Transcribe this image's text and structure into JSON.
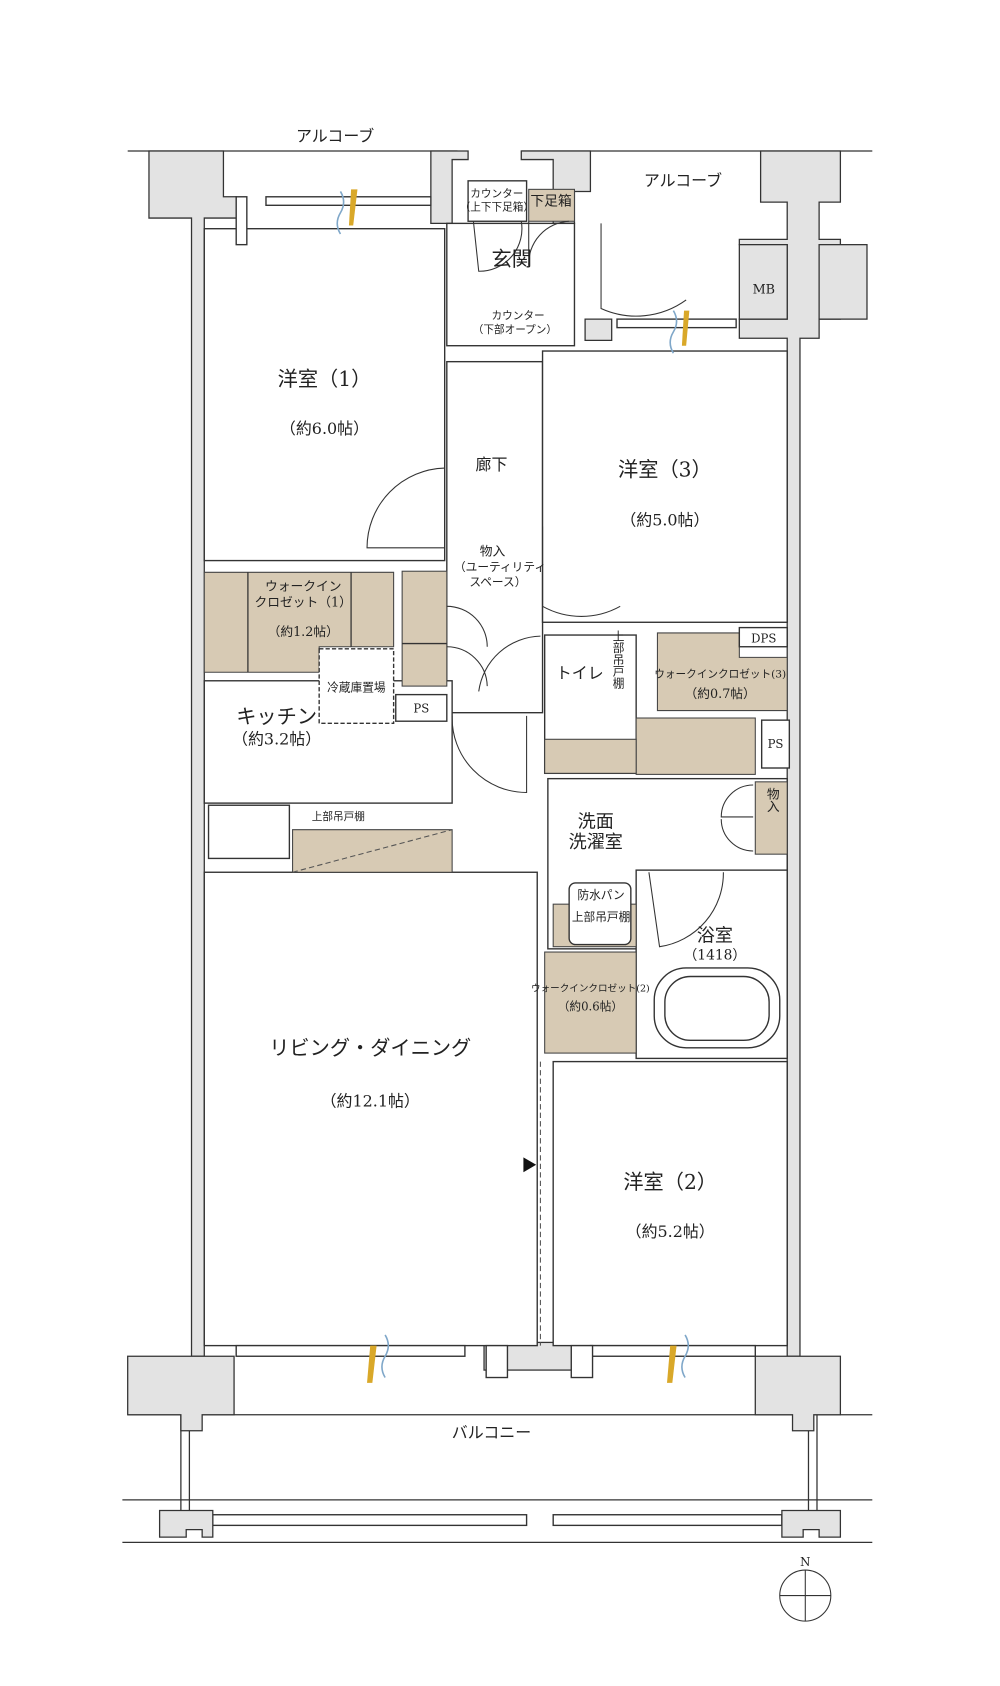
{
  "plan": {
    "alcove_top_left": "アルコーブ",
    "alcove_top_right": "アルコーブ",
    "counter_upper": "カウンター",
    "counter_upper_sub": "（上下下足箱）",
    "shoe_box": "下足箱",
    "entrance": "玄関",
    "counter_lower": "カウンター",
    "counter_lower_sub": "（下部オープン）",
    "mb": "MB",
    "room1": {
      "name": "洋室（1）",
      "size": "（約6.0帖）"
    },
    "room3": {
      "name": "洋室（3）",
      "size": "（約5.0帖）"
    },
    "room2": {
      "name": "洋室（2）",
      "size": "（約5.2帖）"
    },
    "hallway": "廊下",
    "storage": {
      "name": "物入",
      "sub1": "（ユーティリティ",
      "sub2": "スペース）"
    },
    "wic1": {
      "name1": "ウォークイン",
      "name2": "クロゼット（1）",
      "size": "（約1.2帖）"
    },
    "fridge": "冷蔵庫置場",
    "ps1": "PS",
    "ps2": "PS",
    "dps": "DPS",
    "kitchen": {
      "name": "キッチン",
      "size": "（約3.2帖）"
    },
    "upper_cabinet_kitchen": "上部吊戸棚",
    "toilet": "トイレ",
    "upper_cabinet_toilet": "上部吊戸棚",
    "wic3": {
      "name": "ウォークインクロゼット(3)",
      "size": "（約0.7帖）"
    },
    "washroom": {
      "line1": "洗面",
      "line2": "洗濯室"
    },
    "storage2": "物入",
    "waterproof_pan": "防水パン",
    "upper_cabinet_wash": "上部吊戸棚",
    "bath": {
      "name": "浴室",
      "size": "（1418）"
    },
    "wic2": {
      "name": "ウォークインクロゼット(2)",
      "size": "（約0.6帖）"
    },
    "living": {
      "name": "リビング・ダイニング",
      "size": "（約12.1帖）"
    },
    "balcony": "バルコニー",
    "compass": "N"
  },
  "colors": {
    "storage_fill": "#d7cab4",
    "wall_fill": "#e3e3e3",
    "window_accent": "#d9a829"
  }
}
